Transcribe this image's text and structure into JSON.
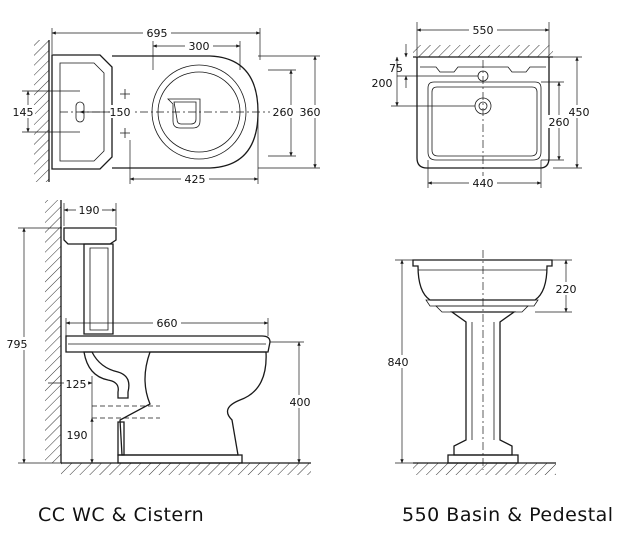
{
  "captions": {
    "wc": "CC WC & Cistern",
    "basin": "550 Basin & Pedestal"
  },
  "wc_plan": {
    "overall_length": "695",
    "seat_width": "300",
    "pan_width": "260",
    "overall_width": "360",
    "cistern_hole_spacing": "145",
    "cistern_offset": "150",
    "fixing_length": "425"
  },
  "basin_plan": {
    "width": "550",
    "tap_hole_offset": "75",
    "waste_offset": "200",
    "bowl_depth": "260",
    "overall_depth": "450",
    "bowl_width": "440"
  },
  "wc_elevation": {
    "cistern_depth": "190",
    "overall_height": "795",
    "projection": "660",
    "waste_height": "125",
    "pan_height": "400",
    "outlet_height": "190"
  },
  "basin_elevation": {
    "bowl_height": "220",
    "overall_height": "840"
  },
  "colors": {
    "line": "#1a1a1a",
    "background": "#ffffff"
  }
}
